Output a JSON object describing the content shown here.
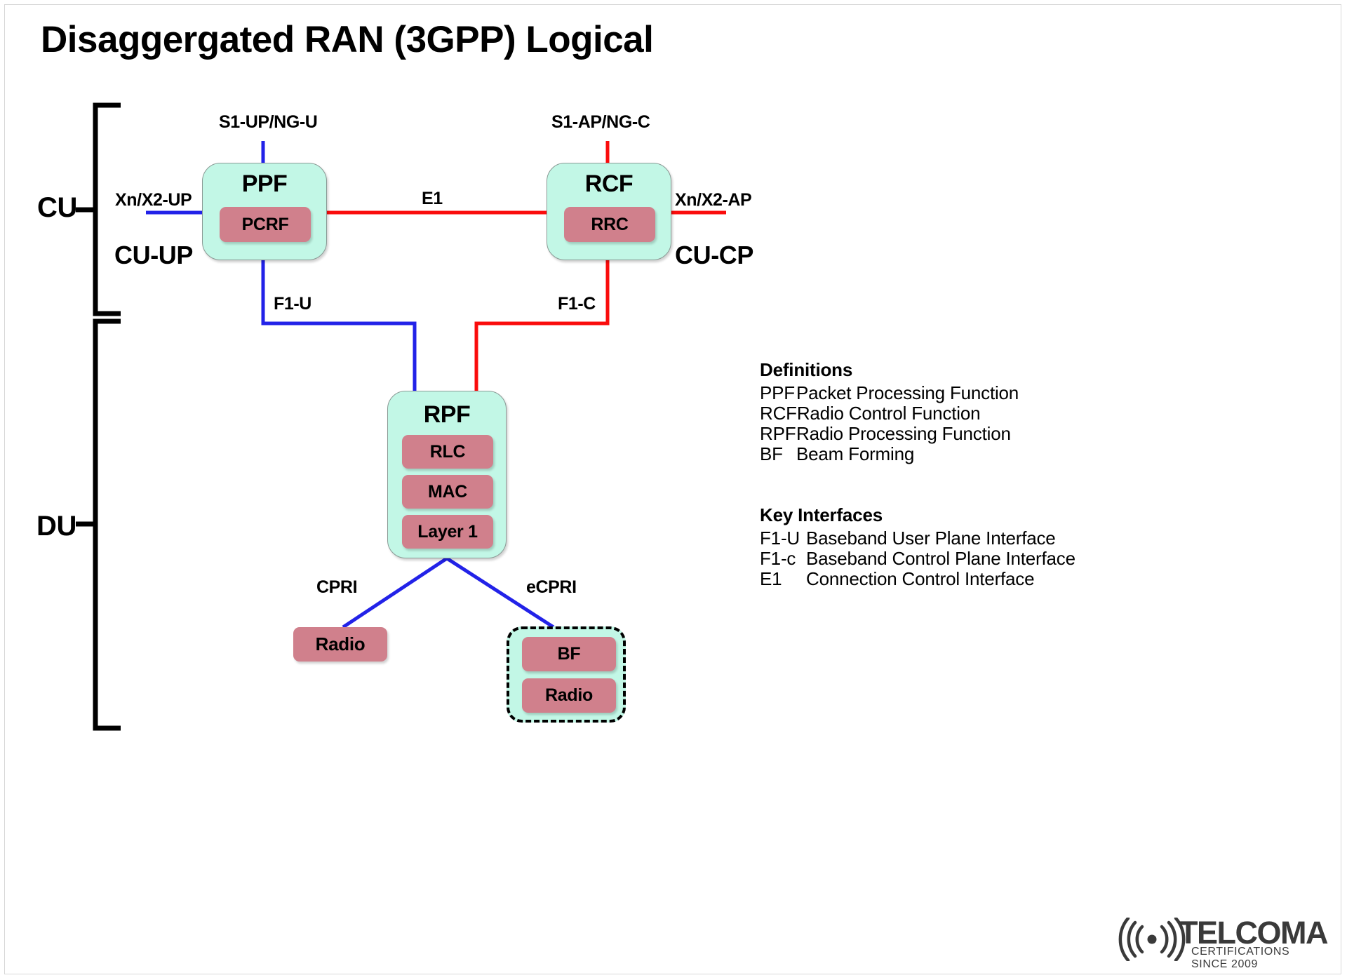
{
  "title": "Disaggergated RAN (3GPP) Logical",
  "groups": {
    "cu": "CU",
    "du": "DU",
    "cu_up": "CU-UP",
    "cu_cp": "CU-CP"
  },
  "nodes": {
    "ppf": {
      "title": "PPF",
      "sub": [
        "PCRF"
      ]
    },
    "rcf": {
      "title": "RCF",
      "sub": [
        "RRC"
      ]
    },
    "rpf": {
      "title": "RPF",
      "sub": [
        "RLC",
        "MAC",
        "Layer 1"
      ]
    },
    "radio_left": {
      "label": "Radio"
    },
    "rru_group": {
      "sub": [
        "BF",
        "Radio"
      ]
    }
  },
  "links": {
    "s1_up": "S1-UP/NG-U",
    "s1_ap": "S1-AP/NG-C",
    "xn_x2_up": "Xn/X2-UP",
    "xn_x2_ap": "Xn/X2-AP",
    "e1": "E1",
    "f1_u": "F1-U",
    "f1_c": "F1-C",
    "cpri": "CPRI",
    "ecpri": "eCPRI"
  },
  "definitions": {
    "heading": "Definitions",
    "rows": [
      {
        "abbr": "PPF",
        "text": "Packet Processing Function"
      },
      {
        "abbr": "RCF",
        "text": "Radio Control Function"
      },
      {
        "abbr": "RPF",
        "text": "Radio Processing Function"
      },
      {
        "abbr": "BF",
        "text": "Beam Forming"
      }
    ]
  },
  "key_interfaces": {
    "heading": "Key Interfaces",
    "rows": [
      {
        "abbr": "F1-U",
        "text": "Baseband User Plane Interface"
      },
      {
        "abbr": "F1-c",
        "text": "Baseband Control Plane Interface"
      },
      {
        "abbr": "E1",
        "text": "Connection Control Interface"
      }
    ]
  },
  "logo": {
    "wordmark": "TELCOMA",
    "tagline": "CERTIFICATIONS SINCE 2009"
  },
  "colors": {
    "user_plane": "#2222e8",
    "control_plane": "#fa0c0c",
    "function_fill": "#c2f7e6",
    "sublayer_fill": "#d0808c",
    "bracket": "#000000"
  }
}
